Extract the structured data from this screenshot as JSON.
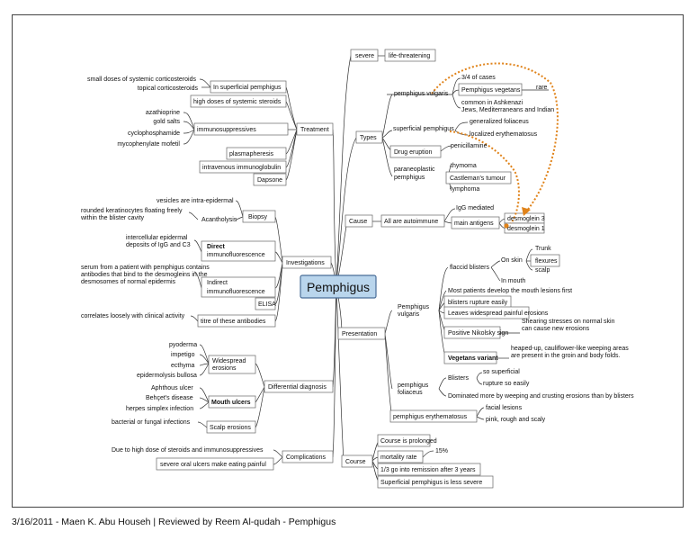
{
  "center": "Pemphigus",
  "footer": "3/16/2011 - Maen K. Abu Househ | Reviewed by Reem Al-qudah -  Pemphigus",
  "severe": {
    "label": "severe",
    "detail": "life-threatening"
  },
  "types": {
    "label": "Types",
    "vulgaris": {
      "label": "pemphigus vulgaris",
      "cases": "3/4 of cases",
      "vegetans": "Pemphigus vegetans",
      "rare": "rare",
      "common_1": "common in  Ashkenazi",
      "common_2": "Jews, Mediterraneans and Indian"
    },
    "superficial": {
      "label": "superficial pemphigus",
      "generalized": "generalized foliaceus",
      "localized": "localized erythematosus"
    },
    "drug": {
      "label": "Drug eruption",
      "penicillamine": "penicillamine"
    },
    "paraneoplastic": {
      "label_1": "paraneoplastic",
      "label_2": "pemphigus",
      "thymoma": "thymoma",
      "castleman": "Castleman's tumour",
      "lymphoma": "lymphoma"
    }
  },
  "cause": {
    "label": "Cause",
    "autoimmune": "All are autoimmune",
    "igg": "IgG mediated",
    "antigens": "main antigens",
    "dsg3": "desmoglein 3",
    "dsg1": "desmoglein 1"
  },
  "presentation": {
    "label": "Presentation",
    "vulgaris": {
      "label_1": "Pemphigus",
      "label_2": "vulgaris",
      "flaccid": "flaccid blisters",
      "on_skin": "On skin",
      "trunk": "Trunk",
      "flexures": "flexures",
      "scalp": "scalp",
      "in_mouth": "In mouth",
      "mouth_first": "Most patients develop the mouth lesions first",
      "rupture": "blisters rupture easily",
      "leaves": "Leaves widespread painful erosions",
      "nikolsky": "Positive Nikolsky sign",
      "shearing_1": "Shearing stresses on normal skin",
      "shearing_2": "can cause new erosions",
      "vegetans": "Vegetans variant",
      "heaped_1": "heaped-up, cauliflower-like weeping areas",
      "heaped_2": "are present in the groin and body folds."
    },
    "foliaceus": {
      "label_1": "pemphigus",
      "label_2": "foliaceus",
      "blisters": "Blisters",
      "superficial": "so superficial",
      "rupture": "rupture so easily",
      "dominated": "Dominated more by weeping and crusting erosions than by blisters"
    },
    "erythematosus": {
      "label": "pemphigus erythematosus",
      "facial": "facial lesions",
      "pink": "pink, rough and scaly"
    }
  },
  "course": {
    "label": "Course",
    "prolonged": "Course is prolonged",
    "mortality": "mortality rate",
    "percent": "15%",
    "remission": "1/3 go into remission after 3 years",
    "superficial": "Superficial pemphigus is less severe"
  },
  "treatment": {
    "label": "Treatment",
    "small_doses": "small doses of systemic corticosteroids",
    "topical": "topical corticosteroids",
    "in_superficial": "In superficial pemphigus",
    "high_doses": "high doses of systemic steroids",
    "immuno": "immunosuppressives",
    "azathioprine": "azathioprine",
    "gold": "gold salts",
    "cyclo": "cyclophosphamide",
    "myco": "mycophenylate mofetil",
    "plasma": "plasmapheresis",
    "ivig": "intravenous immunoglobulin",
    "dapsone": "Dapsone"
  },
  "investigations": {
    "label": "Investigations",
    "biopsy": "Biopsy",
    "vesicles": "vesicles are intra-epidermal",
    "acantholysis": "Acantholysis",
    "rounded_1": "rounded keratinocytes floating freely",
    "rounded_2": "within the blister cavity",
    "direct_1": "Direct",
    "direct_2": "immunofluorescence",
    "intercellular_1": "intercellular epidermal",
    "intercellular_2": "deposits of IgG and C3",
    "indirect_1": "Indirect",
    "indirect_2": "immunofluorescence",
    "serum_1": "serum from a patient with pemphigus contains",
    "serum_2": "antibodies that bind to the desmogleins in the",
    "serum_3": "desmosomes of normal epidermis",
    "elisa": "ELISA",
    "titre": "titre of these antibodies",
    "correlates": "correlates loosely with clinical activity"
  },
  "differential": {
    "label": "Differential diagnosis",
    "widespread_1": "Widespread",
    "widespread_2": "erosions",
    "pyoderma": "pyoderma",
    "impetigo": "impetigo",
    "ecthyma": "ecthyma",
    "eb": "epidermolysis bullosa",
    "mouth": "Mouth ulcers",
    "aphthous": "Aphthous ulcer",
    "behcet": "Behçet's disease",
    "herpes": "herpes simplex infection",
    "scalp": "Scalp erosions",
    "bacterial": "bacterial or fungal infections"
  },
  "complications": {
    "label": "Complications",
    "due": "Due to high dose of steroids   and immunosuppressives",
    "oral": "severe oral ulcers make eating painful"
  }
}
